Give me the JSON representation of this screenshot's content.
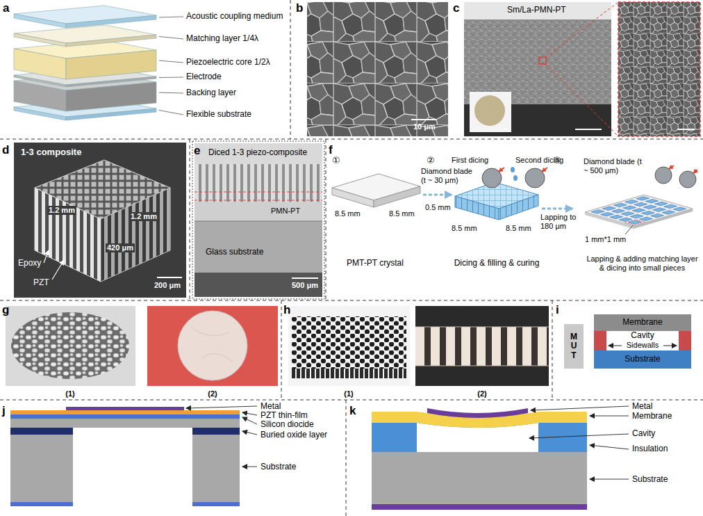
{
  "diagram": {
    "nodes": [
      {
        "text": [
          "M U T"
        ]
      },
      {
        "text": [
          "Membrane"
        ]
      },
      {
        "text": [
          "Cavity"
        ]
      },
      {
        "text": [
          "Substrate"
        ]
      }
    ],
    "labels": [
      "a",
      "Acoustic coupling medium",
      "Matching layer 1/4λ",
      "Piezoelectric core 1/2λ",
      "Electrode",
      "Backing layer",
      "Flexible substrate",
      "b",
      "10 μm",
      "c",
      "Sm/La-PMN-PT",
      "d",
      "1-3 composite",
      "1.2 mm",
      "1.2 mm",
      "420 μm",
      "Epoxy",
      "PZT",
      "200 μm",
      "e",
      "Diced 1-3 piezo-composite",
      "PMN-PT",
      "Glass substrate",
      "500 μm",
      "f",
      "①",
      "②",
      "③",
      "8.5 mm",
      "8.5 mm",
      "PMT-PT crystal",
      "Diamond blade (t ~ 30 μm)",
      "First dicing",
      "Second dicing",
      "8.5 mm",
      "8.5 mm",
      "0.5 mm",
      "Dicing & filling & curing",
      "Diamond blade (t ~ 500 μm)",
      "Lapping to 180 μm",
      "1 mm*1 mm",
      "Lapping & adding matching layer & dicing into small pieces",
      "g",
      "(1)",
      "(2)",
      "h",
      "(1)",
      "(2)",
      "i",
      "Sidewalls",
      "j",
      "Metal",
      "PZT thin-film",
      "Silicon diocide",
      "Buried oxide layer",
      "Substrate",
      "k",
      "Metal",
      "Membrane",
      "Cavity",
      "Insulation",
      "Substrate"
    ]
  }
}
